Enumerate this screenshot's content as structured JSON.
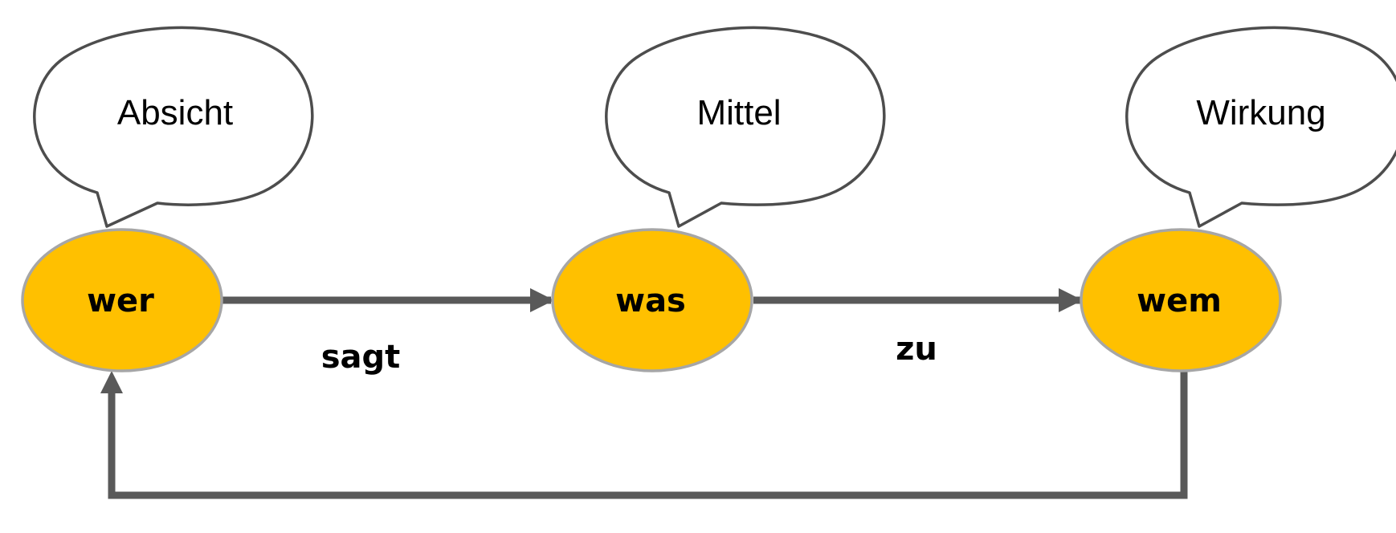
{
  "colors": {
    "node_fill": "#FFC000",
    "node_stroke": "#A6A6A6",
    "bubble_stroke": "#4D4D4D",
    "arrow": "#595959"
  },
  "nodes": {
    "sender": "wer",
    "message": "was",
    "receiver": "wem"
  },
  "bubbles": {
    "sender": "Absicht",
    "message": "Mittel",
    "receiver": "Wirkung"
  },
  "edges": {
    "sender_to_message": "sagt",
    "message_to_receiver": "zu"
  }
}
